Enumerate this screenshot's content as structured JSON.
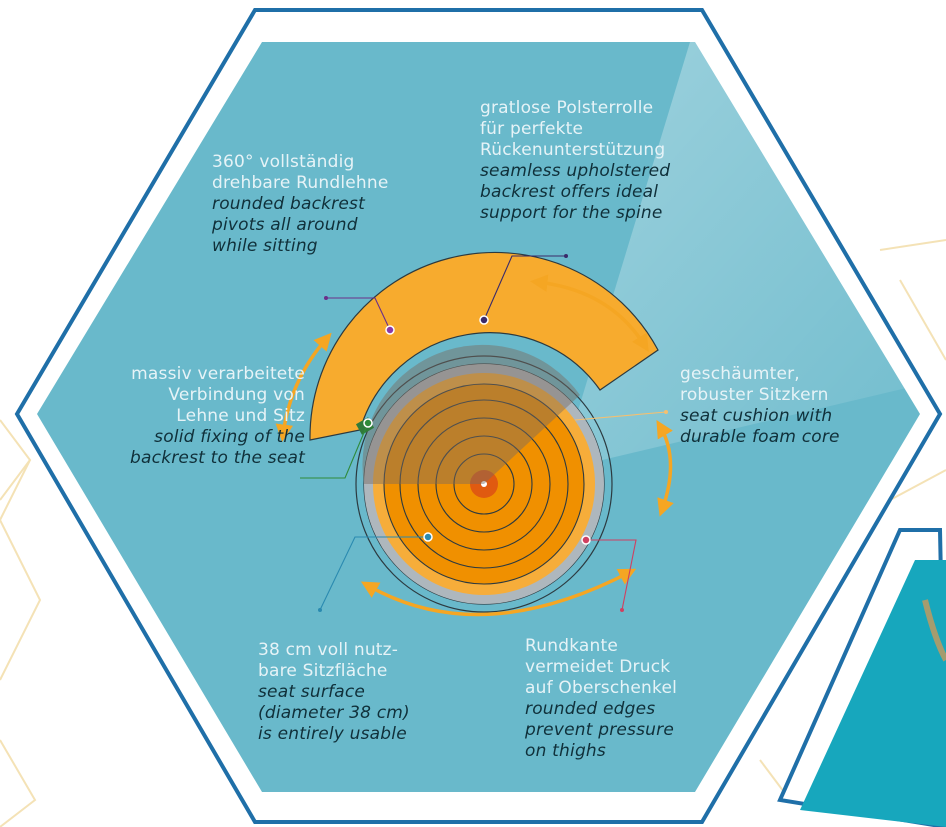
{
  "colors": {
    "panel": "#69b9cb",
    "frame": "#1f6fa8",
    "seat_orange": "#f09000",
    "backrest_orange": "#f7ab2e",
    "arrow": "#f5a623",
    "hex_bg_lines": "#f3dfae",
    "text_en": "#10303a"
  },
  "labels": {
    "backrest_pivot": {
      "de": [
        "360° vollständig",
        "drehbare Rundlehne"
      ],
      "en": [
        "rounded backrest",
        "pivots all around",
        "while sitting"
      ]
    },
    "spine_support": {
      "de": [
        "gratlose Polsterrolle",
        "für perfekte",
        "Rückenunterstützung"
      ],
      "en": [
        "seamless upholstered",
        "backrest offers ideal",
        "support for the spine"
      ]
    },
    "fixing": {
      "de": [
        "massiv verarbeitete",
        "Verbindung von",
        "Lehne und Sitz"
      ],
      "en": [
        "solid fixing of the",
        "backrest to the seat"
      ]
    },
    "foam_core": {
      "de": [
        "geschäumter,",
        "robuster Sitzkern"
      ],
      "en": [
        "seat cushion with",
        "durable foam core"
      ]
    },
    "seat_surface": {
      "de": [
        "38 cm voll nutz-",
        "bare Sitzfläche"
      ],
      "en": [
        "seat surface",
        "(diameter 38 cm)",
        "is entirely usable"
      ]
    },
    "rounded_edge": {
      "de": [
        "Rundkante",
        "vermeidet Druck",
        "auf Oberschenkel"
      ],
      "en": [
        "rounded edges",
        "prevent pressure",
        "on thighs"
      ]
    }
  },
  "icons": [
    "rotate-arrow-icon"
  ]
}
